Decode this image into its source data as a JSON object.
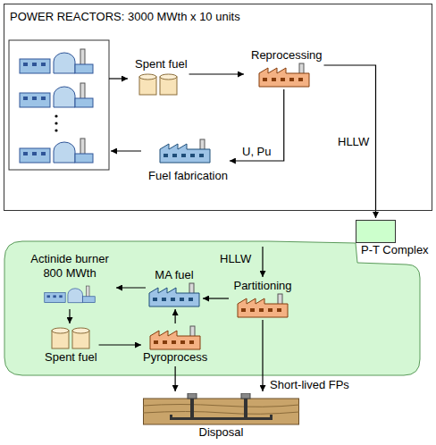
{
  "diagram": {
    "nodes": [
      {
        "text": [
          "POWER REACTORS: 3000 MWth x 10 units"
        ]
      },
      {
        "text": [
          "Spent fuel"
        ],
        "in": 0
      },
      {
        "text": [
          "Reprocessing"
        ],
        "in": 0
      },
      {
        "text": [
          "Fuel fabrication"
        ],
        "in": 0
      },
      {
        "text": [
          "P-T Complex"
        ]
      },
      {
        "text": [
          "Actinide burner 800 MWth"
        ]
      },
      {
        "text": [
          "MA fuel"
        ]
      },
      {
        "text": [
          "Partitioning"
        ]
      },
      {
        "text": [
          "Spent fuel"
        ]
      },
      {
        "text": [
          "Pyroprocess"
        ]
      },
      {
        "text": [
          "Disposal"
        ]
      }
    ],
    "edges": [
      {
        "from": 1,
        "to": 2,
        "arrow": "to"
      },
      {
        "from": 2,
        "to": 3,
        "label": "U, Pu",
        "arrow": "to"
      },
      {
        "from": 2,
        "to": 4,
        "label": "HLLW",
        "arrow": "to"
      },
      {
        "from": 7,
        "to": 6,
        "arrow": "to"
      },
      {
        "from": 6,
        "to": 5,
        "arrow": "to"
      },
      {
        "from": 5,
        "to": 8,
        "arrow": "to"
      },
      {
        "from": 8,
        "to": 9,
        "arrow": "to"
      },
      {
        "from": 9,
        "to": 6,
        "arrow": "to"
      },
      {
        "from": 9,
        "to": 10,
        "arrow": "to"
      },
      {
        "from": 7,
        "to": 10,
        "label": "Short-lived FPs",
        "arrow": "to"
      }
    ],
    "labels": [
      "HLLW"
    ]
  }
}
